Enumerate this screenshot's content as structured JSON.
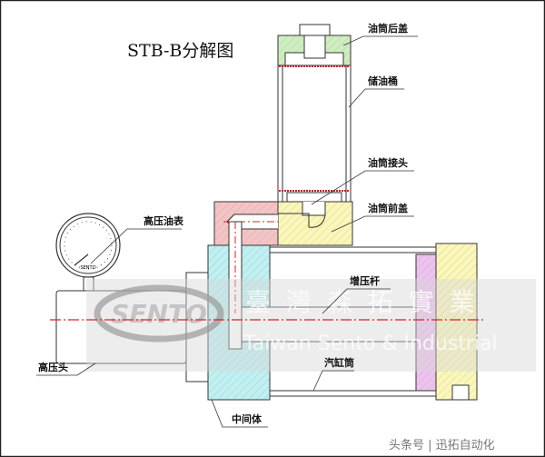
{
  "title": "STB-B分解图",
  "labels": {
    "rear_cap": "油筒后盖",
    "reservoir": "储油桶",
    "connector": "油筒接头",
    "front_cap": "油筒前盖",
    "gauge": "高压油表",
    "booster_rod": "增压杆",
    "cylinder_tube": "汽缸筒",
    "middle_body": "中间体",
    "high_pressure_head": "高压头"
  },
  "gauge_brand": "SENTO",
  "watermark": {
    "logo": "SENTO",
    "cn": "臺 灣 森 拓 實 業",
    "en": "Taiwan Sento & Industrial"
  },
  "credit": "头条号 | 迅拓自动化",
  "colors": {
    "green": "#cfeec0",
    "yellow": "#fbf7b8",
    "red_hatch": "#f4c4c4",
    "cyan": "#bff0f2",
    "magenta": "#eec2ee",
    "centerline": "#e02020"
  }
}
